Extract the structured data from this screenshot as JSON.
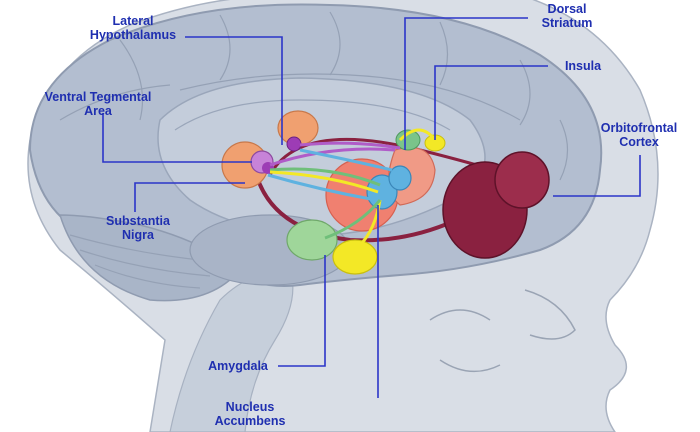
{
  "colors": {
    "label_text": "#1f2fb0",
    "leader_line": "#2b35c8",
    "head_fill": "#d9dee6",
    "brain_fill": "#b3bed0",
    "orbitofrontal": "#8a2140",
    "striatum_core": "#f08070",
    "amygdala": "#9fd69a",
    "nucleus_accumbens": "#5fb2e0",
    "lateral_hypothalamus": "#f0a070",
    "vta": "#b05cc8",
    "yellow_region": "#f3e826"
  },
  "labels": {
    "lateral_hypothalamus": [
      "Lateral",
      "Hypothalamus"
    ],
    "ventral_tegmental_area": [
      "Ventral Tegmental",
      "Area"
    ],
    "substantia_nigra": [
      "Substantia",
      "Nigra"
    ],
    "amygdala": [
      "Amygdala"
    ],
    "nucleus_accumbens": [
      "Nucleus",
      "Accumbens"
    ],
    "dorsal_striatum": [
      "Dorsal",
      "Striatum"
    ],
    "insula": [
      "Insula"
    ],
    "orbitofrontal_cortex": [
      "Orbitofrontal",
      "Cortex"
    ]
  }
}
